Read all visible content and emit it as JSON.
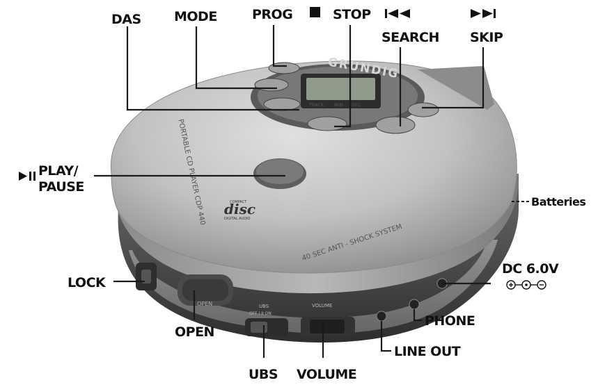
{
  "labels": {
    "das": "DAS",
    "mode": "MODE",
    "prog": "PROG",
    "stop": "STOP",
    "search": "SEARCH",
    "skip": "SKIP",
    "play_pause_line1": "PLAY/",
    "play_pause_line2": "PAUSE",
    "batteries": "Batteries",
    "dc": "DC 6.0V",
    "lock": "LOCK",
    "open": "OPEN",
    "phone": "PHONE",
    "line_out": "LINE OUT",
    "ubs": "UBS",
    "volume": "VOLUME"
  },
  "device": {
    "brand": "GRUNDIG",
    "display_track": "TRACK",
    "display_min": "MIN",
    "display_sec": "SEC",
    "side_text": "PORTABLE CD PLAYER CDP 440",
    "logo_line1": "COMPACT",
    "logo_line2": "DIGITAL AUDIO",
    "shock_text": "40 SEC  ANTI - SHOCK SYSTEM",
    "open_text": "OPEN",
    "ubs_text": "UBS",
    "ubs_switch": "OFF  I  II  ON",
    "volume_text": "VOLUME"
  },
  "colors": {
    "body_light": "#c9c9c9",
    "body_dark": "#6e6e6e",
    "base_dark": "#3e3e3e",
    "label": "#111111"
  }
}
